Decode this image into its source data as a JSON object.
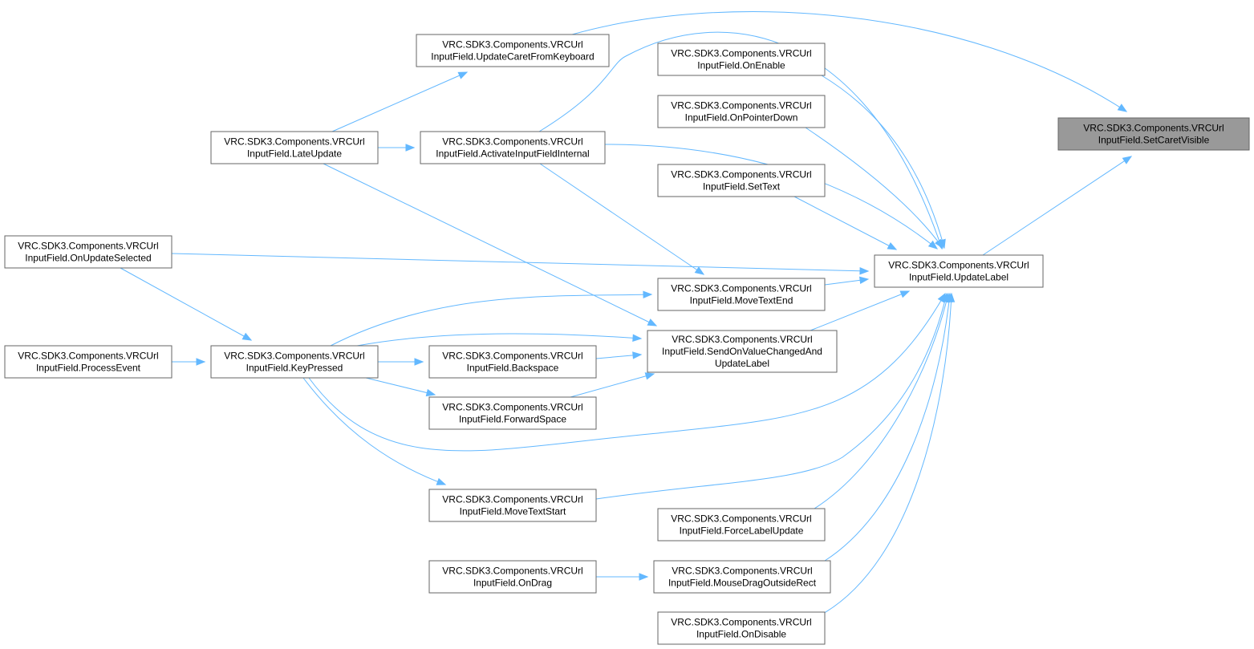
{
  "diagram": {
    "type": "call-graph",
    "nodes": {
      "set_caret_visible": [
        "VRC.SDK3.Components.VRCUrl",
        "InputField.SetCaretVisible"
      ],
      "update_caret_from_keyboard": [
        "VRC.SDK3.Components.VRCUrl",
        "InputField.UpdateCaretFromKeyboard"
      ],
      "late_update": [
        "VRC.SDK3.Components.VRCUrl",
        "InputField.LateUpdate"
      ],
      "activate_input_field_internal": [
        "VRC.SDK3.Components.VRCUrl",
        "InputField.ActivateInputFieldInternal"
      ],
      "on_enable": [
        "VRC.SDK3.Components.VRCUrl",
        "InputField.OnEnable"
      ],
      "on_pointer_down": [
        "VRC.SDK3.Components.VRCUrl",
        "InputField.OnPointerDown"
      ],
      "set_text": [
        "VRC.SDK3.Components.VRCUrl",
        "InputField.SetText"
      ],
      "update_label": [
        "VRC.SDK3.Components.VRCUrl",
        "InputField.UpdateLabel"
      ],
      "on_update_selected": [
        "VRC.SDK3.Components.VRCUrl",
        "InputField.OnUpdateSelected"
      ],
      "move_text_end": [
        "VRC.SDK3.Components.VRCUrl",
        "InputField.MoveTextEnd"
      ],
      "send_on_value_changed": [
        "VRC.SDK3.Components.VRCUrl",
        "InputField.SendOnValueChangedAnd",
        "UpdateLabel"
      ],
      "process_event": [
        "VRC.SDK3.Components.VRCUrl",
        "InputField.ProcessEvent"
      ],
      "key_pressed": [
        "VRC.SDK3.Components.VRCUrl",
        "InputField.KeyPressed"
      ],
      "backspace": [
        "VRC.SDK3.Components.VRCUrl",
        "InputField.Backspace"
      ],
      "forward_space": [
        "VRC.SDK3.Components.VRCUrl",
        "InputField.ForwardSpace"
      ],
      "move_text_start": [
        "VRC.SDK3.Components.VRCUrl",
        "InputField.MoveTextStart"
      ],
      "force_label_update": [
        "VRC.SDK3.Components.VRCUrl",
        "InputField.ForceLabelUpdate"
      ],
      "on_drag": [
        "VRC.SDK3.Components.VRCUrl",
        "InputField.OnDrag"
      ],
      "mouse_drag_outside_rect": [
        "VRC.SDK3.Components.VRCUrl",
        "InputField.MouseDragOutsideRect"
      ],
      "on_disable": [
        "VRC.SDK3.Components.VRCUrl",
        "InputField.OnDisable"
      ]
    },
    "highlighted_node": "set_caret_visible",
    "edges": [
      [
        "update_caret_from_keyboard",
        "set_caret_visible"
      ],
      [
        "update_label",
        "set_caret_visible"
      ],
      [
        "late_update",
        "update_caret_from_keyboard"
      ],
      [
        "late_update",
        "activate_input_field_internal"
      ],
      [
        "activate_input_field_internal",
        "update_label"
      ],
      [
        "activate_input_field_internal",
        "update_caret_from_keyboard"
      ],
      [
        "on_enable",
        "update_label"
      ],
      [
        "on_pointer_down",
        "update_label"
      ],
      [
        "set_text",
        "update_label"
      ],
      [
        "on_update_selected",
        "update_label"
      ],
      [
        "move_text_end",
        "update_label"
      ],
      [
        "send_on_value_changed",
        "update_label"
      ],
      [
        "key_pressed",
        "update_label"
      ],
      [
        "move_text_start",
        "update_label"
      ],
      [
        "force_label_update",
        "update_label"
      ],
      [
        "mouse_drag_outside_rect",
        "update_label"
      ],
      [
        "on_disable",
        "update_label"
      ],
      [
        "on_update_selected",
        "key_pressed"
      ],
      [
        "process_event",
        "key_pressed"
      ],
      [
        "key_pressed",
        "move_text_end"
      ],
      [
        "key_pressed",
        "send_on_value_changed"
      ],
      [
        "key_pressed",
        "backspace"
      ],
      [
        "key_pressed",
        "forward_space"
      ],
      [
        "key_pressed",
        "move_text_start"
      ],
      [
        "backspace",
        "send_on_value_changed"
      ],
      [
        "forward_space",
        "send_on_value_changed"
      ],
      [
        "late_update",
        "send_on_value_changed"
      ],
      [
        "activate_input_field_internal",
        "move_text_end"
      ],
      [
        "on_drag",
        "mouse_drag_outside_rect"
      ]
    ]
  }
}
